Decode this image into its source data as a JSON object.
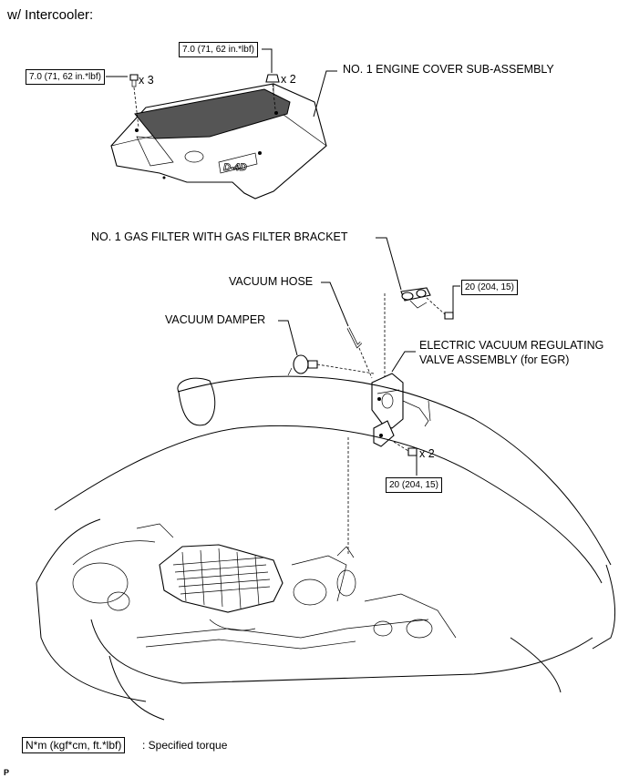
{
  "title": "w/ Intercooler:",
  "torques": {
    "cover_bolt": "7.0 (71, 62 in.*lbf)",
    "cover_nut": "7.0 (71, 62 in.*lbf)",
    "gas_filter_bolt": "20 (204, 15)",
    "valve_bolt": "20 (204, 15)"
  },
  "quantities": {
    "cover_bolt": "x 3",
    "cover_nut": "x 2",
    "valve_bolt": "x 2"
  },
  "labels": {
    "engine_cover": "NO. 1 ENGINE COVER SUB-ASSEMBLY",
    "gas_filter": "NO. 1 GAS FILTER WITH GAS FILTER BRACKET",
    "vacuum_hose": "VACUUM HOSE",
    "vacuum_damper": "VACUUM DAMPER",
    "evrv_line1": "ELECTRIC VACUUM REGULATING",
    "evrv_line2": "VALVE ASSEMBLY (for EGR)"
  },
  "cover_emblem": "D-4D",
  "legend": {
    "unit_box": "N*m (kgf*cm, ft.*lbf)",
    "description": ": Specified torque"
  },
  "figure_code": "P"
}
